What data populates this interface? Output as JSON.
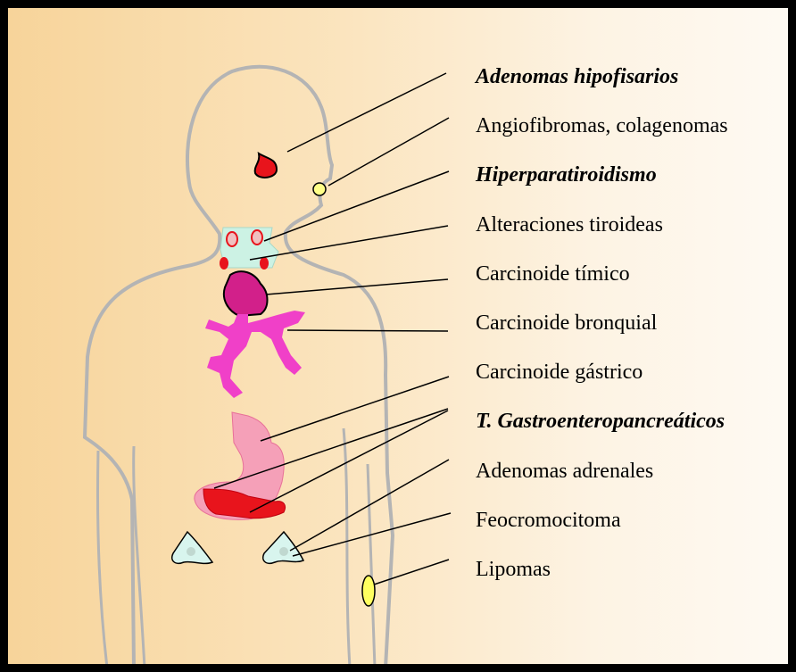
{
  "labels": [
    {
      "text": "Adenomas hipofisarios",
      "emphasis": true
    },
    {
      "text": "Angiofibromas, colagenomas",
      "emphasis": false
    },
    {
      "text": "Hiperparatiroidismo",
      "emphasis": true
    },
    {
      "text": "Alteraciones tiroideas",
      "emphasis": false
    },
    {
      "text": "Carcinoide tímico",
      "emphasis": false
    },
    {
      "text": "Carcinoide bronquial",
      "emphasis": false
    },
    {
      "text": "Carcinoide gástrico",
      "emphasis": false
    },
    {
      "text": "T. Gastroenteropancreáticos",
      "emphasis": true
    },
    {
      "text": "Adenomas adrenales",
      "emphasis": false
    },
    {
      "text": "Feocromocitoma",
      "emphasis": false
    },
    {
      "text": "Lipomas",
      "emphasis": false
    }
  ],
  "colors": {
    "background_left": "#f7d49a",
    "background_right": "#fefaf3",
    "body_outline": "#b8b8b8",
    "pituitary": "#e8141c",
    "angiofibroma": "#ffff88",
    "thyroid": "#ccf2e4",
    "parathyroid": "#e8141c",
    "thymus": "#d2208a",
    "bronchi": "#f040c8",
    "stomach": "#f5a0b8",
    "pancreas": "#e8141c",
    "adrenal": "#d8f5ee",
    "lipoma": "#ffff60"
  }
}
